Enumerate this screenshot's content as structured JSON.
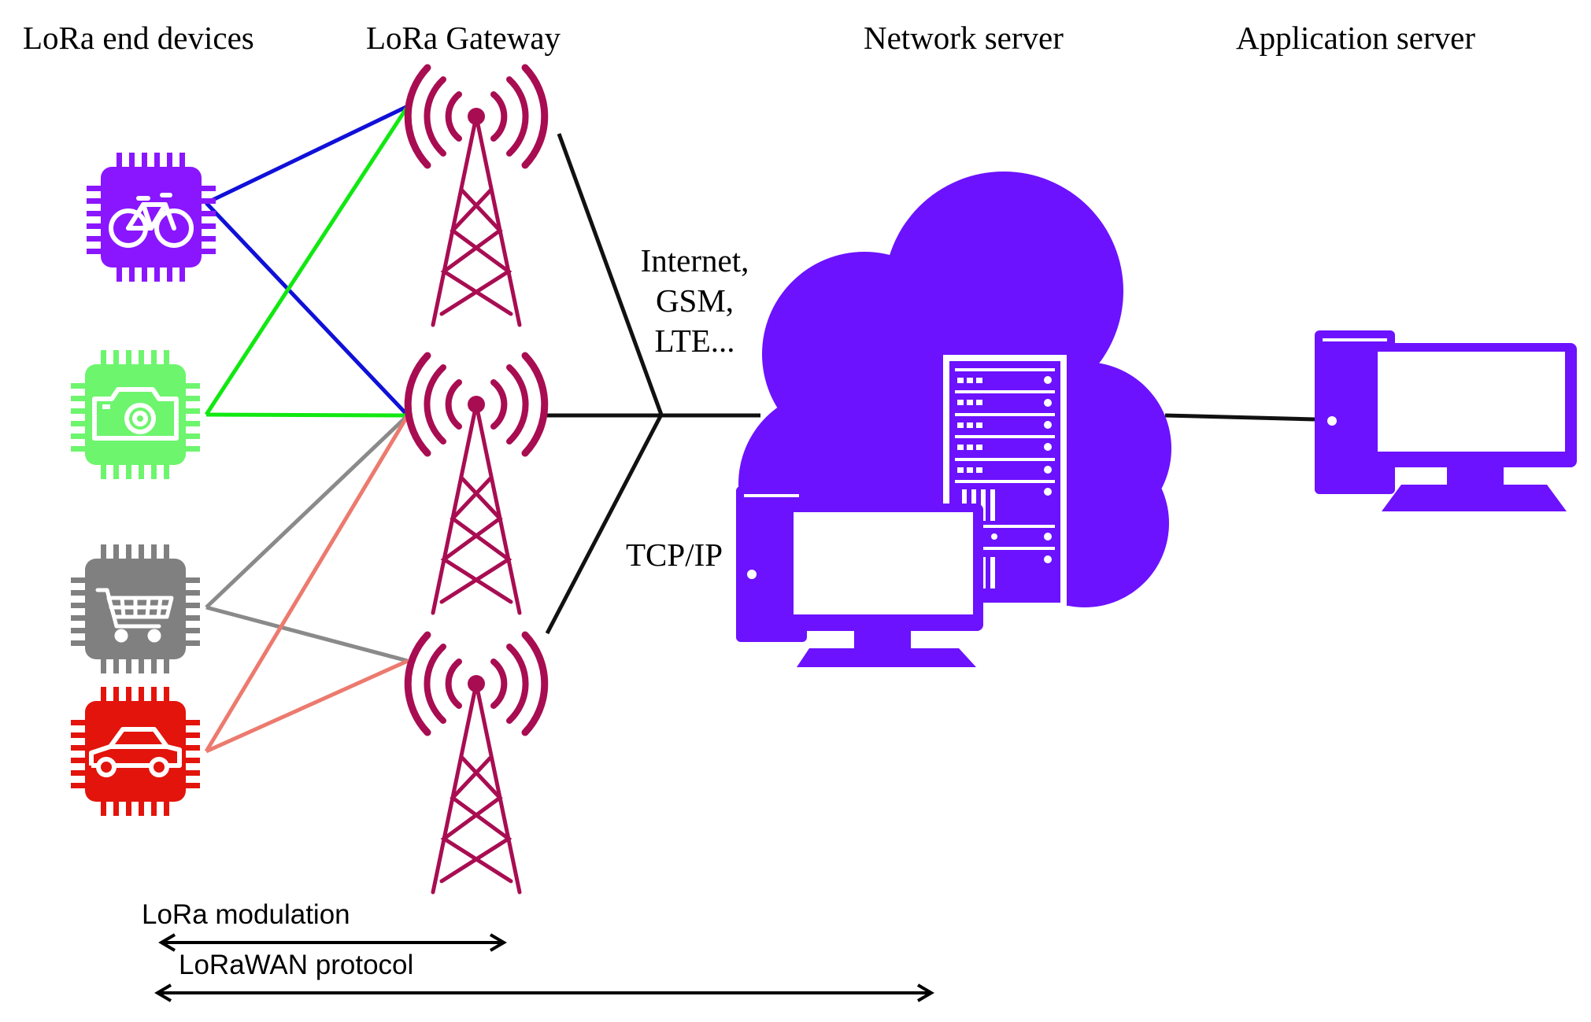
{
  "headers": {
    "end_devices": "LoRa end devices",
    "gateway": "LoRa Gateway",
    "network_server": "Network server",
    "application_server": "Application server"
  },
  "backhaul": {
    "line1": "Internet,",
    "line2": "GSM,",
    "line3": "LTE...",
    "transport": "TCP/IP"
  },
  "scope": {
    "modulation": "LoRa modulation",
    "protocol": "LoRaWAN protocol"
  },
  "devices": [
    {
      "icon": "bicycle-icon",
      "color": "#8a16ff"
    },
    {
      "icon": "camera-icon",
      "color": "#6df56d"
    },
    {
      "icon": "shopping-cart-icon",
      "color": "#808080"
    },
    {
      "icon": "car-icon",
      "color": "#e3140c"
    }
  ],
  "links": {
    "bicycle": "#1010d8",
    "camera": "#11e811",
    "cart": "#8a8a8a",
    "car": "#ec7a6e",
    "backhaul": "#111111"
  },
  "colors": {
    "tower": "#a80d52",
    "server": "#6c12ff"
  }
}
